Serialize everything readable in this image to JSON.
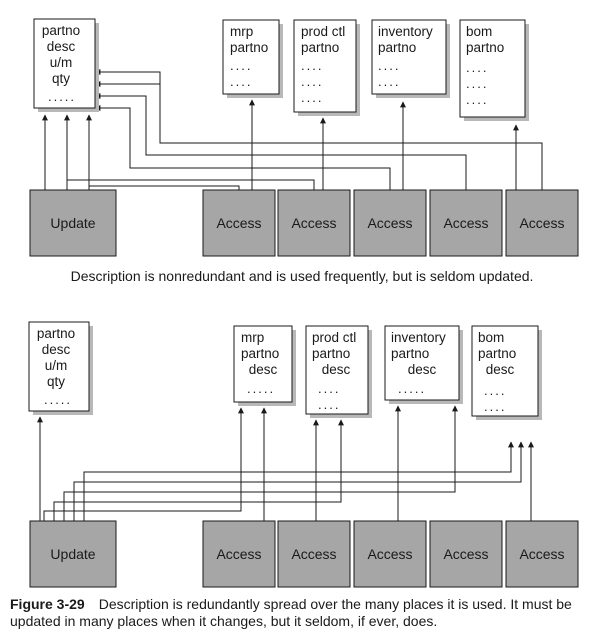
{
  "top_panel": {
    "record": {
      "fields": [
        "partno",
        "desc",
        "u/m",
        "qty"
      ],
      "dots": "....."
    },
    "tables": [
      {
        "fields": [
          "mrp",
          "partno"
        ],
        "dots": [
          "....",
          "...."
        ]
      },
      {
        "fields": [
          "prod ctl",
          "partno"
        ],
        "dots": [
          "....",
          "....",
          "...."
        ]
      },
      {
        "fields": [
          "inventory",
          "partno"
        ],
        "dots": [
          "....",
          "...."
        ]
      },
      {
        "fields": [
          "bom",
          "partno"
        ],
        "dots": [
          "....",
          "....",
          "...."
        ]
      }
    ],
    "update_label": "Update",
    "access_labels": [
      "Access",
      "Access",
      "Access",
      "Access",
      "Access"
    ],
    "caption": "Description is nonredundant and is used frequently, but is seldom updated."
  },
  "bottom_panel": {
    "record": {
      "fields": [
        "partno",
        "desc",
        "u/m",
        "qty"
      ],
      "dots": "....."
    },
    "tables": [
      {
        "fields": [
          "mrp",
          "partno",
          "desc"
        ],
        "dots": [
          "....."
        ]
      },
      {
        "fields": [
          "prod ctl",
          "partno",
          "desc"
        ],
        "dots": [
          "....",
          "...."
        ]
      },
      {
        "fields": [
          "inventory",
          "partno",
          "desc"
        ],
        "dots": [
          "....."
        ]
      },
      {
        "fields": [
          "bom",
          "partno",
          "desc"
        ],
        "dots": [
          "....",
          "...."
        ]
      }
    ],
    "update_label": "Update",
    "access_labels": [
      "Access",
      "Access",
      "Access",
      "Access",
      "Access"
    ],
    "figure_label": "Figure 3-29",
    "caption_line1": "Description is redundantly spread over the many places it is used. It must be",
    "caption_line2": "updated in many places when it changes, but it seldom, if ever, does."
  }
}
